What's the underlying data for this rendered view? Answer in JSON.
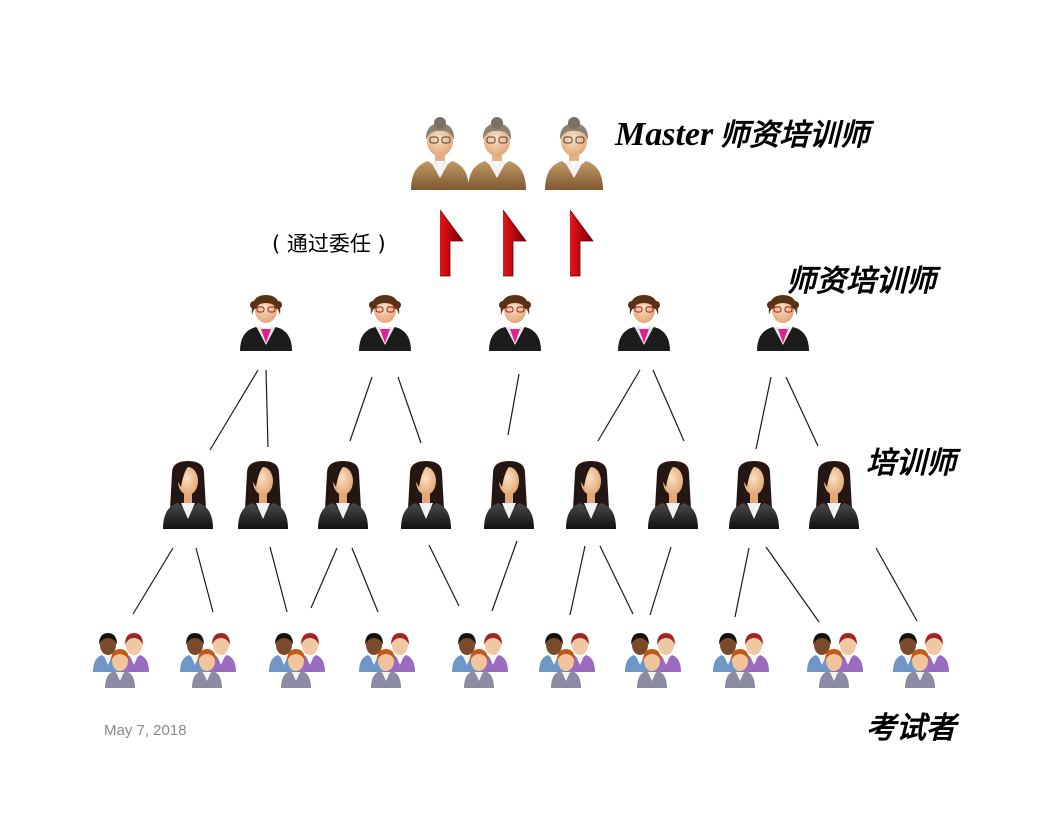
{
  "labels": {
    "master_en": "Master",
    "master_cn": "师资培训师",
    "trainer_of_trainers": "师资培训师",
    "trainer": "培训师",
    "examinee": "考试者"
  },
  "note": "( 通过委任 )",
  "date": "May 7, 2018",
  "icons": {
    "master": "master-trainer-person-icon",
    "trainer_of_trainers": "trainer-of-trainers-person-icon",
    "trainer": "trainer-person-icon",
    "examinee": "examinee-group-icon",
    "promotion": "red-up-arrow-icon"
  },
  "colors": {
    "arrow": "#d4111a",
    "connector": "#1a1a1a",
    "master_suit": "#a57a4a",
    "tot_blouse": "#e0208c",
    "trainer_suit": "#2c2c2c",
    "examinee_purple": "#9b6bbf",
    "examinee_blue": "#6e97c6",
    "examinee_gray": "#8a8ca3",
    "date_text": "#8a8a8a"
  }
}
